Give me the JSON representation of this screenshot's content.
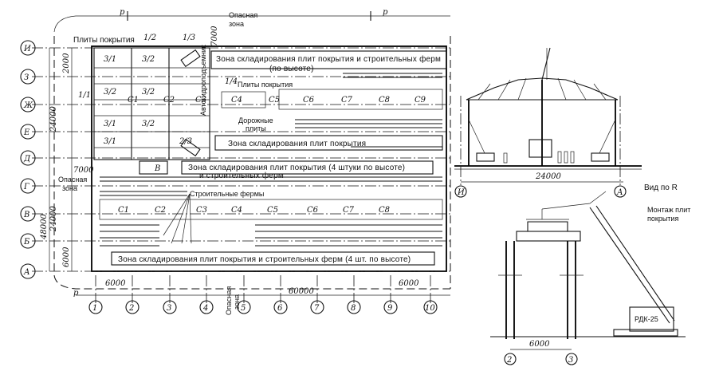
{
  "plan": {
    "top_p1": "p",
    "top_p2": "p",
    "bottom_p": "p",
    "plates_label": "Плиты покрытия",
    "half1": "1/2",
    "half2": "1/3",
    "hazard_top_line1": "Опасная",
    "hazard_top_line2": "зона",
    "dim_7000_top": "7000",
    "zone_top_line1": "Зона складирования плит покрытия и строительных ферм",
    "zone_top_line2": "(по высоте)",
    "crane_vertical": "Автогидроподъемник",
    "plates_small": "Плиты покрытия",
    "frac_14": "1/4",
    "frac_11": "1/1",
    "road_line1": "Дорожные",
    "road_line2": "плиты",
    "zone_mid": "Зона складирования плит покрытия",
    "zone_b_line1": "Зона складирования плит покрытия (4 штуки по высоте)",
    "zone_b_line2": "и строительных ферм",
    "hazard_left_line1": "Опасная",
    "hazard_left_line2": "зона",
    "dim_7000_left": "7000",
    "trusses": "Строительные фермы",
    "zone_bottom": "Зона складирования плит покрытия и строительных ферм (4 шт. по высоте)",
    "dim_6000_left": "6000",
    "dim_6000_right": "6000",
    "dim_60000": "60000",
    "hazard_bottom_line1": "Опасная",
    "hazard_bottom_line2": "зона",
    "dim_48000": "48000",
    "dim_24000_a": "24000",
    "dim_24000_b": "24000",
    "dim_6000_v": "6000",
    "dim_2000_v": "2000",
    "row_axes": [
      "И",
      "З",
      "Ж",
      "Е",
      "Д",
      "Г",
      "В",
      "Б",
      "А"
    ],
    "col_axes": [
      "1",
      "2",
      "3",
      "4",
      "5",
      "6",
      "7",
      "8",
      "9",
      "10"
    ],
    "cells_c": [
      "C1",
      "C2",
      "C3",
      "C4",
      "C5",
      "C6",
      "C7",
      "C8",
      "C9"
    ],
    "row_c": [
      "C1",
      "C2",
      "C3",
      "C4",
      "C5",
      "C6",
      "C7",
      "C8"
    ],
    "arrow_b": "B",
    "fractions": [
      "3/1",
      "3/2",
      "3/2",
      "3/2",
      "3/1",
      "3/2",
      "3/1",
      "2/3"
    ]
  },
  "section": {
    "dim_24000": "24000",
    "axis_left": "И",
    "axis_right": "А",
    "view_label": "Вид по R"
  },
  "detail": {
    "caption_line1": "Монтаж плит",
    "caption_line2": "покрытия",
    "crane_model": "РДК-25",
    "dim_6000": "6000",
    "axis_left": "2",
    "axis_right": "3"
  }
}
